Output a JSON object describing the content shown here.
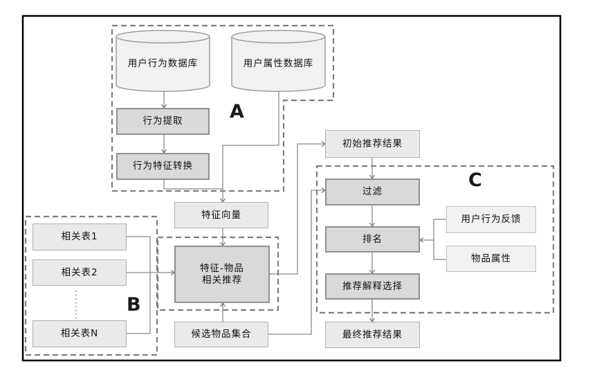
{
  "groups": {
    "a": "A",
    "b": "B",
    "c": "C"
  },
  "nodes": {
    "user_behavior_db": "用户行为数据库",
    "user_attribute_db": "用户属性数据库",
    "behavior_extraction": "行为提取",
    "behavior_feature_conversion": "行为特征转换",
    "feature_vector": "特征向量",
    "feature_item_rec_line1": "特征-物品",
    "feature_item_rec_line2": "相关推荐",
    "related_table_1": "相关表1",
    "related_table_2": "相关表2",
    "related_table_n": "相关表N",
    "candidate_item_set": "候选物品集合",
    "initial_rec_result": "初始推荐结果",
    "filter": "过滤",
    "ranking": "排名",
    "rec_explanation_selection": "推荐解释选择",
    "final_rec_result": "最终推荐结果",
    "user_behavior_feedback": "用户行为反馈",
    "item_attributes": "物品属性"
  },
  "edges": [
    {
      "from": "user_behavior_db",
      "to": "behavior_extraction"
    },
    {
      "from": "behavior_extraction",
      "to": "behavior_feature_conversion"
    },
    {
      "from": "behavior_feature_conversion",
      "to": "feature_vector"
    },
    {
      "from": "user_attribute_db",
      "to": "feature_vector"
    },
    {
      "from": "feature_vector",
      "to": "feature_item_rec"
    },
    {
      "from": "related_table_1",
      "to": "feature_item_rec"
    },
    {
      "from": "related_table_2",
      "to": "feature_item_rec"
    },
    {
      "from": "related_table_n",
      "to": "feature_item_rec"
    },
    {
      "from": "candidate_item_set",
      "to": "feature_item_rec"
    },
    {
      "from": "candidate_item_set",
      "to": "filter"
    },
    {
      "from": "feature_item_rec",
      "to": "initial_rec_result"
    },
    {
      "from": "initial_rec_result",
      "to": "filter"
    },
    {
      "from": "filter",
      "to": "ranking"
    },
    {
      "from": "ranking",
      "to": "rec_explanation_selection"
    },
    {
      "from": "rec_explanation_selection",
      "to": "final_rec_result"
    },
    {
      "from": "user_behavior_feedback",
      "to": "ranking"
    },
    {
      "from": "item_attributes",
      "to": "ranking"
    }
  ],
  "colors": {
    "node_dark_fill": "#d9d9d9",
    "node_light_fill": "#eaeaea",
    "node_pale_fill": "#f1f1f1",
    "cylinder_fill": "#f2f2f2",
    "connector": "#8a8a8a",
    "dashed_outline": "#7d7d7d",
    "figure_border": "#000000",
    "text": "#111111"
  }
}
